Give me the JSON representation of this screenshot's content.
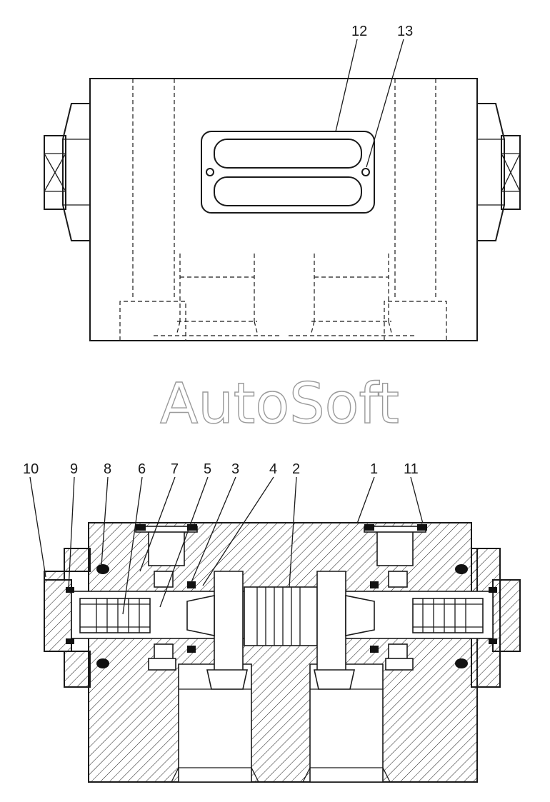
{
  "watermark": "AutoSoft",
  "top_labels": [
    "12",
    "13"
  ],
  "bottom_labels": [
    "10",
    "9",
    "8",
    "6",
    "7",
    "5",
    "3",
    "4",
    "2",
    "1",
    "11"
  ]
}
